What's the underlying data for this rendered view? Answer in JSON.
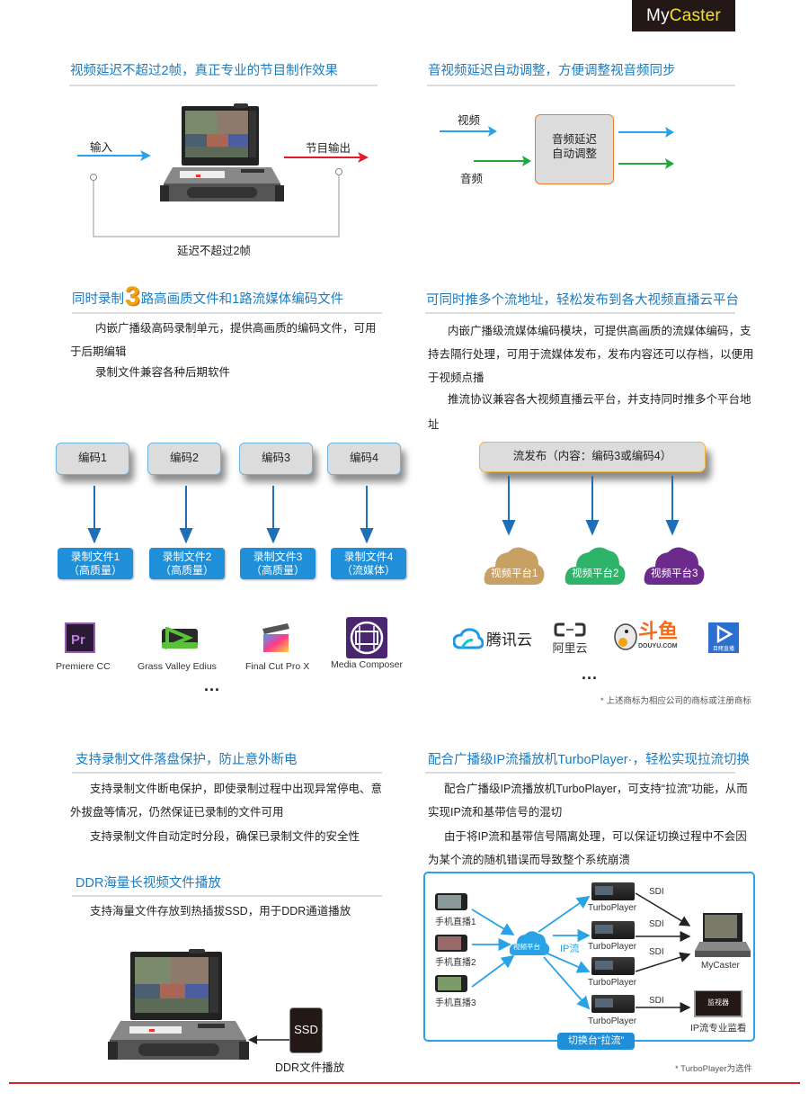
{
  "brand": {
    "prefix": "My",
    "suffix": "Caster",
    "bg": "#231815",
    "accent": "#f4e21c"
  },
  "colors": {
    "title": "#1a7cc1",
    "arrow_blue": "#29a3e6",
    "arrow_red": "#e6182b",
    "arrow_green": "#22a73c",
    "box_orange": "#ee7a2b",
    "footer_rule": "#d0282c"
  },
  "latency": {
    "title": "视频延迟不超过2帧，真正专业的节目制作效果",
    "input_label": "输入",
    "output_label": "节目输出",
    "delay_label": "延迟不超过2帧"
  },
  "av_sync": {
    "title": "音视频延迟自动调整，方便调整视音频同步",
    "video_label": "视频",
    "audio_label": "音频",
    "box_line1": "音频延迟",
    "box_line2": "自动调整"
  },
  "recording": {
    "title_prefix": "同时录制",
    "title_number": "3",
    "title_suffix": "路高画质文件和1路流媒体编码文件",
    "para1": "内嵌广播级高码录制单元，提供高画质的编码文件，可用于后期编辑",
    "para2": "录制文件兼容各种后期软件",
    "encoders": [
      {
        "label": "编码1",
        "file": "录制文件1",
        "quality": "（高质量）"
      },
      {
        "label": "编码2",
        "file": "录制文件2",
        "quality": "（高质量）"
      },
      {
        "label": "编码3",
        "file": "录制文件3",
        "quality": "（高质量）"
      },
      {
        "label": "编码4",
        "file": "录制文件4",
        "quality": "（流媒体）"
      }
    ],
    "software": [
      {
        "name": "Premiere CC",
        "icon": "premiere-icon"
      },
      {
        "name": "Grass Valley Edius",
        "icon": "edius-icon"
      },
      {
        "name": "Final Cut Pro X",
        "icon": "final-cut-icon"
      },
      {
        "name": "Media Composer",
        "icon": "media-composer-icon"
      }
    ],
    "ellipsis": "..."
  },
  "streaming": {
    "title": "可同时推多个流地址，轻松发布到各大视频直播云平台",
    "para1": "内嵌广播级流媒体编码模块，可提供高画质的流媒体编码，支持去隔行处理，可用于流媒体发布，发布内容还可以存档，以便用于视频点播",
    "para2": "推流协议兼容各大视频直播云平台，并支持同时推多个平台地址",
    "publish_box": "流发布（内容：编码3或编码4）",
    "platforms": [
      {
        "label": "视频平台1",
        "color": "#c9a064"
      },
      {
        "label": "视频平台2",
        "color": "#2db36a"
      },
      {
        "label": "视频平台3",
        "color": "#6b2a8c"
      }
    ],
    "logos": [
      {
        "name": "腾讯云",
        "icon": "tencent-cloud-icon"
      },
      {
        "name": "阿里云",
        "icon": "aliyun-icon"
      },
      {
        "name": "斗鱼",
        "sub": "DOUYU.COM",
        "icon": "douyu-icon"
      },
      {
        "name": "目睹直播",
        "icon": "mudu-icon"
      }
    ],
    "ellipsis": "...",
    "trademark_note": "* 上述商标为相应公司的商标或注册商标"
  },
  "power_protect": {
    "title": "支持录制文件落盘保护，防止意外断电",
    "para1": "支持录制文件断电保护，即使录制过程中出现异常停电、意外拔盘等情况，仍然保证已录制的文件可用",
    "para2": "支持录制文件自动定时分段，确保已录制文件的安全性"
  },
  "ddr": {
    "title": "DDR海量长视频文件播放",
    "para1": "支持海量文件存放到热插拔SSD，用于DDR通道播放",
    "ssd_label": "SSD",
    "caption": "DDR文件播放"
  },
  "turboplayer": {
    "title": "配合广播级IP流播放机TurboPlayer·，轻松实现拉流切换",
    "para1": "配合广播级IP流播放机TurboPlayer，可支持“拉流”功能，从而实现IP流和基带信号的混切",
    "para2": "由于将IP流和基带信号隔离处理，可以保证切换过程中不会因为某个流的随机错误而导致整个系统崩溃",
    "phones": [
      "手机直播1",
      "手机直播2",
      "手机直播3"
    ],
    "cloud_label": "视频平台",
    "ip_label": "IP流",
    "players": [
      "TurboPlayer",
      "TurboPlayer",
      "TurboPlayer",
      "TurboPlayer"
    ],
    "sdi_labels": [
      "SDI",
      "SDI",
      "SDI",
      "SDI"
    ],
    "mycaster_label": "MyCaster",
    "monitor_screen": "监视器",
    "monitor_caption": "IP流专业监看",
    "frame_label": "切换台“拉流”",
    "note": "* TurboPlayer为选件"
  }
}
